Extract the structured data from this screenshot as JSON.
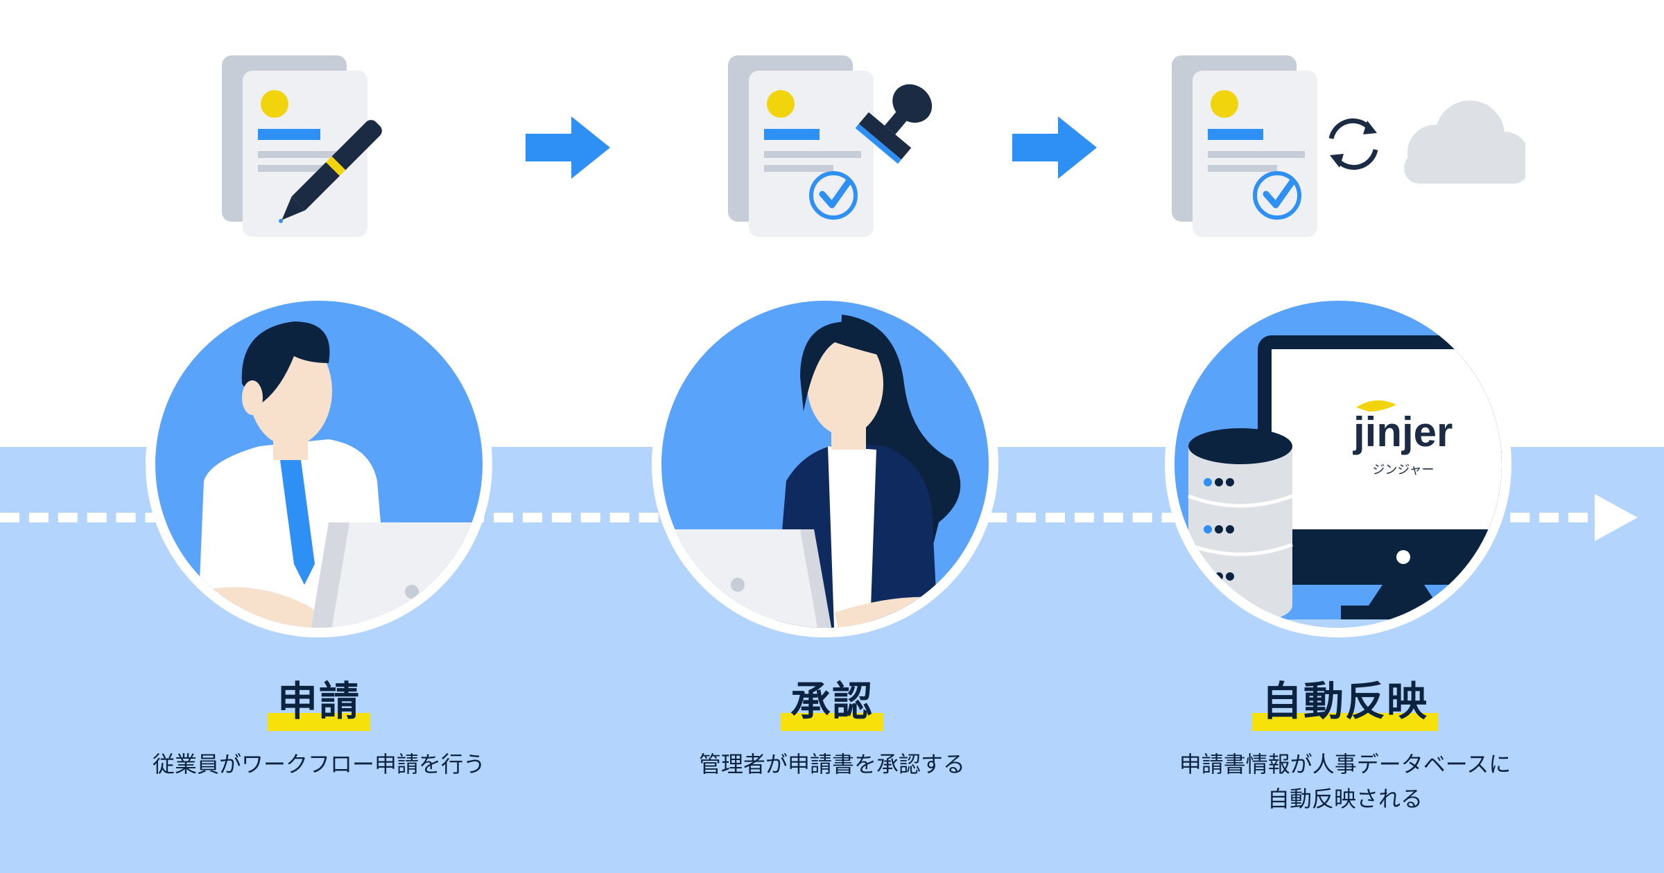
{
  "colors": {
    "band": "#b3d4fc",
    "circle": "#5aa3fb",
    "accent_blue": "#2e8ff5",
    "navy": "#0c2340",
    "highlight": "#f6e10b"
  },
  "steps": [
    {
      "title": "申請",
      "description": "従業員がワークフロー申請を行う",
      "icon": "document-pen-icon",
      "scene": "man-at-laptop"
    },
    {
      "title": "承認",
      "description": "管理者が申請書を承認する",
      "icon": "document-stamp-icon",
      "scene": "woman-at-laptop"
    },
    {
      "title": "自動反映",
      "description": "申請書情報が人事データベースに\n自動反映される",
      "description_lines": [
        "申請書情報が人事データベースに",
        "自動反映される"
      ],
      "icon": "document-sync-cloud-icon",
      "scene": "database-monitor"
    }
  ],
  "monitor": {
    "logo_text": "jinjer",
    "logo_sub": "ジンジャー"
  }
}
